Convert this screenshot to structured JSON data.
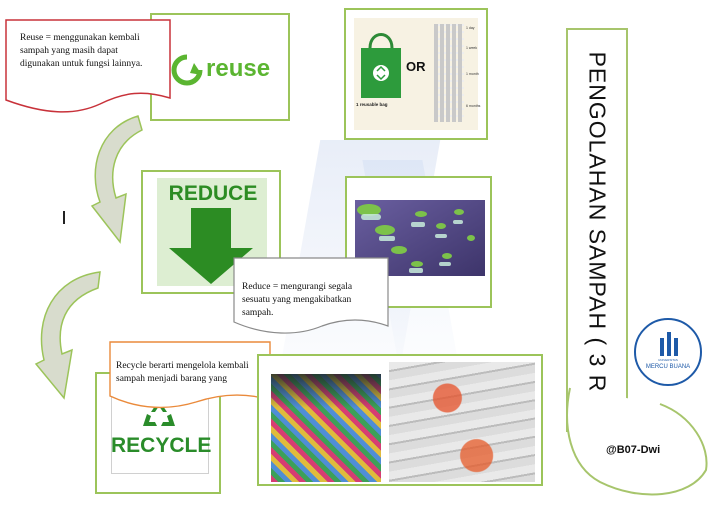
{
  "slide": {
    "title": "PENGOLAHAN SAMPAH ( 3 R )",
    "credit": "@B07-Dwi"
  },
  "reuse": {
    "logo_text": "reuse",
    "note": "Reuse = menggunakan  kembali sampah yang masih dapat digunakan untuk fungsi lainnya.",
    "bag_label": "1 reusable bag",
    "or_label": "OR",
    "bag_counts": [
      "1 day",
      "1 week",
      "1 month",
      "6 months"
    ]
  },
  "reduce": {
    "logo_text": "REDUCE",
    "note": "Reduce = mengurangi segala sesuatu yang mengakibatkan sampah."
  },
  "recycle": {
    "logo_text": "RECYCLE",
    "note": "Recycle berarti mengelola  kembali sampah menjadi barang yang"
  },
  "logo": {
    "name": "MERCU BUANA",
    "small_text": "UNIVERSITAS"
  },
  "colors": {
    "frame_border": "#9cc45a",
    "reuse_green": "#5bb531",
    "reduce_green": "#2c8c23",
    "recycle_green": "#2a8c2a",
    "note_red": "#c8323a",
    "note_orange": "#ea8a3b",
    "arrow_fill": "#d8dccd",
    "logo_blue": "#1e5aa8"
  }
}
